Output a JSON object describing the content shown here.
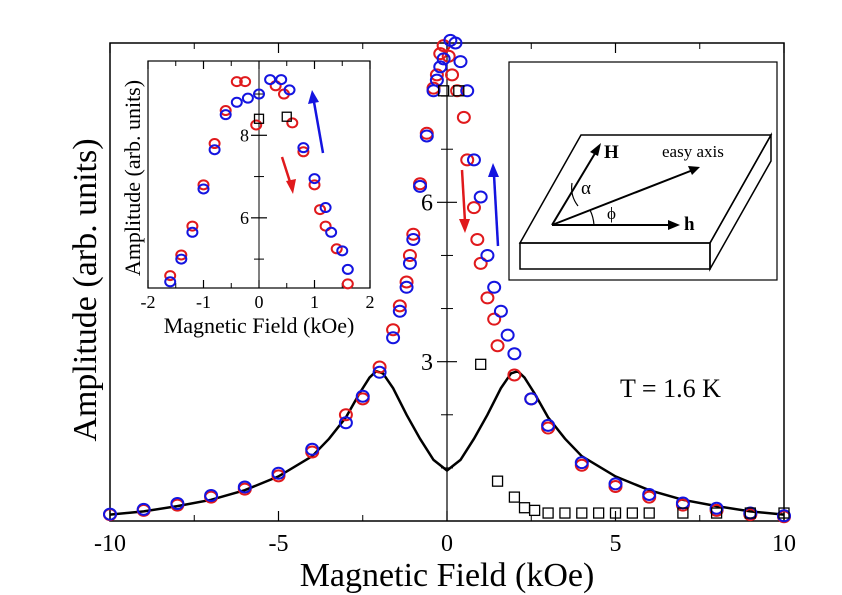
{
  "chart_data": [
    {
      "type": "scatter",
      "xlabel": "Magnetic Field (kOe)",
      "ylabel": "Amplitude (arb. units)",
      "xlim": [
        -10,
        10
      ],
      "ylim": [
        0,
        9
      ],
      "x_ticks": [
        "-10",
        "-5",
        "0",
        "5",
        "10"
      ],
      "y_ticks": [
        "3",
        "6"
      ],
      "annotation": "T = 1.6 K",
      "series": [
        {
          "marker": "circle",
          "color": "#e0191c",
          "points": [
            [
              -10,
              0.12
            ],
            [
              -9,
              0.2
            ],
            [
              -8,
              0.3
            ],
            [
              -7,
              0.45
            ],
            [
              -6,
              0.6
            ],
            [
              -5,
              0.85
            ],
            [
              -4,
              1.3
            ],
            [
              -3,
              2.0
            ],
            [
              -2.5,
              2.3
            ],
            [
              -2,
              2.9
            ],
            [
              -1.6,
              3.6
            ],
            [
              -1.4,
              4.05
            ],
            [
              -1.2,
              4.5
            ],
            [
              -1.1,
              5.0
            ],
            [
              -1.0,
              5.4
            ],
            [
              -0.8,
              6.35
            ],
            [
              -0.6,
              7.3
            ],
            [
              -0.4,
              8.15
            ],
            [
              -0.3,
              8.4
            ],
            [
              -0.2,
              8.8
            ],
            [
              -0.1,
              8.95
            ],
            [
              0.05,
              8.75
            ],
            [
              0.15,
              8.4
            ],
            [
              0.3,
              8.1
            ],
            [
              0.5,
              7.6
            ],
            [
              0.6,
              6.8
            ],
            [
              0.8,
              5.9
            ],
            [
              0.9,
              5.3
            ],
            [
              1.0,
              4.85
            ],
            [
              1.2,
              4.2
            ],
            [
              1.4,
              3.8
            ],
            [
              1.5,
              3.3
            ],
            [
              2.0,
              2.75
            ],
            [
              2.5,
              2.3
            ],
            [
              3.0,
              1.75
            ],
            [
              4.0,
              1.05
            ],
            [
              5.0,
              0.65
            ],
            [
              6.0,
              0.45
            ],
            [
              7.0,
              0.3
            ],
            [
              8.0,
              0.2
            ],
            [
              9.0,
              0.12
            ],
            [
              10,
              0.08
            ]
          ]
        },
        {
          "marker": "circle",
          "color": "#1414e0",
          "points": [
            [
              -10,
              0.13
            ],
            [
              -9,
              0.22
            ],
            [
              -8,
              0.33
            ],
            [
              -7,
              0.48
            ],
            [
              -6,
              0.64
            ],
            [
              -5,
              0.9
            ],
            [
              -4,
              1.35
            ],
            [
              -3,
              1.85
            ],
            [
              -2.5,
              2.35
            ],
            [
              -2,
              2.8
            ],
            [
              -1.6,
              3.45
            ],
            [
              -1.4,
              3.95
            ],
            [
              -1.2,
              4.4
            ],
            [
              -1.1,
              4.85
            ],
            [
              -1.0,
              5.3
            ],
            [
              -0.8,
              6.3
            ],
            [
              -0.6,
              7.25
            ],
            [
              -0.4,
              8.1
            ],
            [
              -0.3,
              8.3
            ],
            [
              -0.2,
              8.55
            ],
            [
              -0.1,
              8.7
            ],
            [
              0.1,
              9.05
            ],
            [
              0.25,
              9.0
            ],
            [
              0.4,
              8.65
            ],
            [
              0.6,
              8.1
            ],
            [
              0.8,
              6.8
            ],
            [
              1.0,
              6.1
            ],
            [
              1.2,
              5.0
            ],
            [
              1.4,
              4.4
            ],
            [
              1.6,
              3.95
            ],
            [
              1.8,
              3.5
            ],
            [
              2.0,
              3.15
            ],
            [
              2.5,
              2.3
            ],
            [
              3.0,
              1.8
            ],
            [
              4.0,
              1.1
            ],
            [
              5.0,
              0.7
            ],
            [
              6.0,
              0.5
            ],
            [
              7.0,
              0.34
            ],
            [
              8.0,
              0.24
            ],
            [
              9.0,
              0.15
            ],
            [
              10,
              0.1
            ]
          ]
        },
        {
          "marker": "square",
          "color": "#000000",
          "points": [
            [
              -0.1,
              8.1
            ],
            [
              0.35,
              8.1
            ],
            [
              1.0,
              2.95
            ],
            [
              1.5,
              0.75
            ],
            [
              2.0,
              0.45
            ],
            [
              2.3,
              0.25
            ],
            [
              2.6,
              0.2
            ],
            [
              3.0,
              0.15
            ],
            [
              3.5,
              0.15
            ],
            [
              4.0,
              0.15
            ],
            [
              4.5,
              0.15
            ],
            [
              5.0,
              0.15
            ],
            [
              5.5,
              0.15
            ],
            [
              6.0,
              0.15
            ],
            [
              7.0,
              0.15
            ],
            [
              8.0,
              0.15
            ],
            [
              9.0,
              0.15
            ],
            [
              10,
              0.15
            ]
          ]
        },
        {
          "marker": "line",
          "color": "#000000",
          "points": [
            [
              -10,
              0.12
            ],
            [
              -9,
              0.18
            ],
            [
              -8,
              0.28
            ],
            [
              -7,
              0.4
            ],
            [
              -6,
              0.58
            ],
            [
              -5,
              0.84
            ],
            [
              -4,
              1.22
            ],
            [
              -3.5,
              1.55
            ],
            [
              -3,
              1.95
            ],
            [
              -2.6,
              2.4
            ],
            [
              -2.3,
              2.7
            ],
            [
              -2.1,
              2.82
            ],
            [
              -1.9,
              2.78
            ],
            [
              -1.6,
              2.5
            ],
            [
              -1.2,
              2.0
            ],
            [
              -0.8,
              1.55
            ],
            [
              -0.4,
              1.15
            ],
            [
              0,
              0.95
            ],
            [
              0.4,
              1.15
            ],
            [
              0.8,
              1.55
            ],
            [
              1.2,
              2.0
            ],
            [
              1.6,
              2.5
            ],
            [
              1.9,
              2.78
            ],
            [
              2.1,
              2.82
            ],
            [
              2.3,
              2.7
            ],
            [
              2.6,
              2.4
            ],
            [
              3,
              1.95
            ],
            [
              3.5,
              1.55
            ],
            [
              4,
              1.22
            ],
            [
              5,
              0.84
            ],
            [
              6,
              0.58
            ],
            [
              7,
              0.4
            ],
            [
              8,
              0.28
            ],
            [
              9,
              0.18
            ],
            [
              10,
              0.12
            ]
          ]
        }
      ]
    },
    {
      "type": "scatter",
      "xlabel": "Magnetic Field (kOe)",
      "ylabel": "Amplitude (arb. units)",
      "xlim": [
        -2,
        2
      ],
      "ylim": [
        4.3,
        9.8
      ],
      "x_ticks": [
        "-2",
        "-1",
        "0",
        "1",
        "2"
      ],
      "y_ticks": [
        "6",
        "8"
      ],
      "series": [
        {
          "marker": "circle",
          "color": "#e0191c",
          "points": [
            [
              -1.6,
              4.6
            ],
            [
              -1.4,
              5.1
            ],
            [
              -1.2,
              5.8
            ],
            [
              -1.0,
              6.8
            ],
            [
              -0.8,
              7.8
            ],
            [
              -0.6,
              8.6
            ],
            [
              -0.4,
              9.3
            ],
            [
              -0.25,
              9.3
            ],
            [
              -0.05,
              8.25
            ],
            [
              0.3,
              9.2
            ],
            [
              0.45,
              9.0
            ],
            [
              0.6,
              8.3
            ],
            [
              0.8,
              7.6
            ],
            [
              1.0,
              6.8
            ],
            [
              1.1,
              6.2
            ],
            [
              1.2,
              5.8
            ],
            [
              1.4,
              5.25
            ],
            [
              1.6,
              4.4
            ]
          ]
        },
        {
          "marker": "circle",
          "color": "#1414e0",
          "points": [
            [
              -1.6,
              4.45
            ],
            [
              -1.4,
              5.0
            ],
            [
              -1.2,
              5.65
            ],
            [
              -1.0,
              6.7
            ],
            [
              -0.8,
              7.65
            ],
            [
              -0.6,
              8.5
            ],
            [
              -0.4,
              8.8
            ],
            [
              -0.2,
              8.9
            ],
            [
              0,
              9.0
            ],
            [
              0.2,
              9.35
            ],
            [
              0.4,
              9.35
            ],
            [
              0.55,
              9.1
            ],
            [
              0.8,
              7.7
            ],
            [
              1.0,
              6.95
            ],
            [
              1.2,
              6.25
            ],
            [
              1.3,
              5.65
            ],
            [
              1.5,
              5.2
            ],
            [
              1.6,
              4.75
            ]
          ]
        },
        {
          "marker": "square",
          "color": "#000000",
          "points": [
            [
              0,
              8.4
            ],
            [
              0.5,
              8.45
            ]
          ]
        }
      ]
    }
  ],
  "diagram": {
    "label_H": "H",
    "label_easy_axis": "easy axis",
    "label_h": "h",
    "label_alpha": "α",
    "label_phi": "ϕ"
  }
}
